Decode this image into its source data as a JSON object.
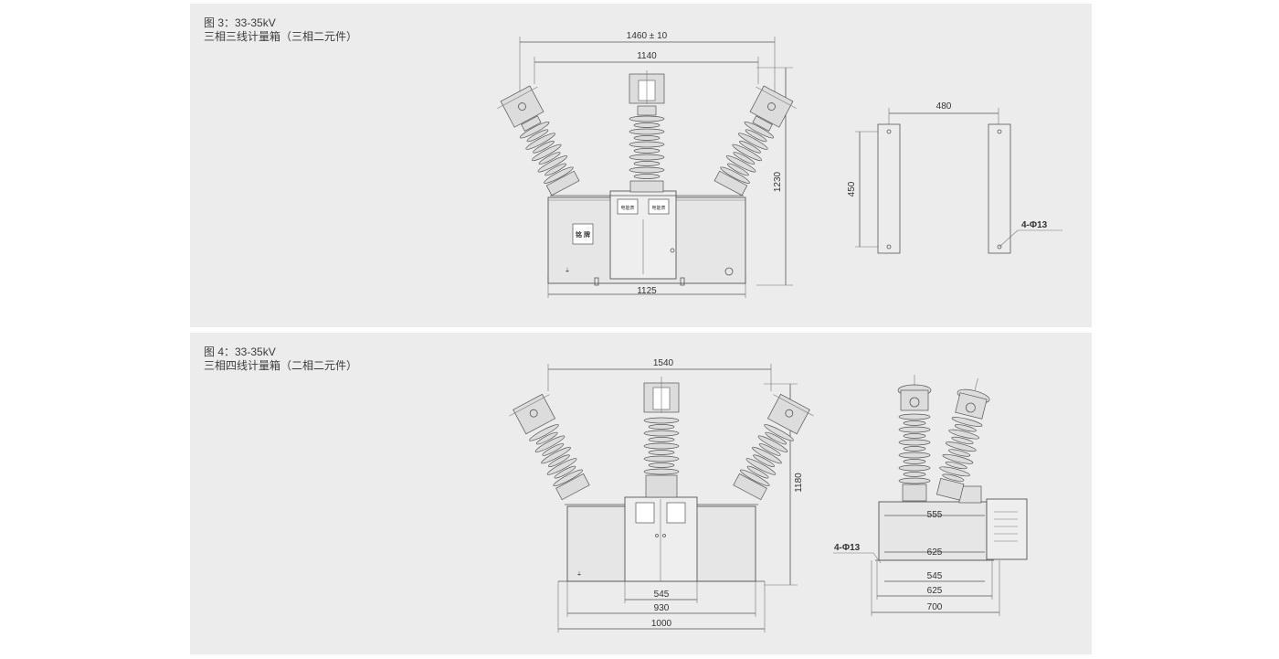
{
  "figure3": {
    "caption_line1": "图 3：33-35kV",
    "caption_line2": "三相三线计量箱（三相二元件）",
    "dims": {
      "overall_width": "1460 ± 10",
      "bushing_spacing": "1140",
      "height": "1230",
      "base_width": "1125",
      "bracket_spacing": "480",
      "bracket_height": "450",
      "hole_spec": "4-Φ13"
    },
    "labels": {
      "nameplate": "铭 牌",
      "meter_window_left": "电能表",
      "meter_window_right": "电能表"
    }
  },
  "figure4": {
    "caption_line1": "图 4：33-35kV",
    "caption_line2": "三相四线计量箱（二相二元件）",
    "dims": {
      "overall_width": "1540",
      "height": "1180",
      "inner_width": "545",
      "mid_width": "930",
      "base_width": "1000",
      "side_top": "555",
      "side_mid": "625",
      "side_b1": "545",
      "side_b2": "625",
      "side_b3": "700",
      "hole_spec": "4-Φ13"
    }
  }
}
